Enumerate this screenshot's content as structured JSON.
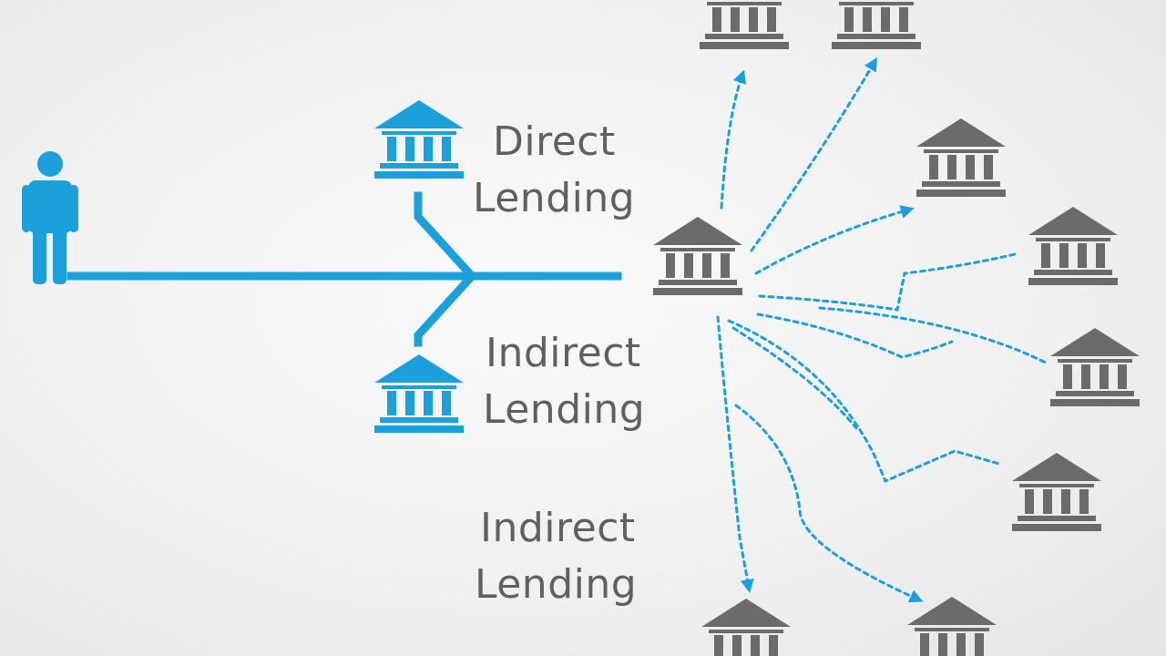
{
  "labels": {
    "direct_line1": "Direct",
    "direct_line2": "Lending",
    "indirect1_line1": "Indirect",
    "indirect1_line2": "Lending",
    "indirect2_line1": "Indirect",
    "indirect2_line2": "Lending"
  },
  "colors": {
    "accent_blue": "#1ca0dc",
    "bank_gray": "#6b6b6d",
    "text_gray": "#5f6062",
    "background": "#f1f1f1"
  },
  "icons": [
    "person-icon",
    "bank-icon"
  ]
}
